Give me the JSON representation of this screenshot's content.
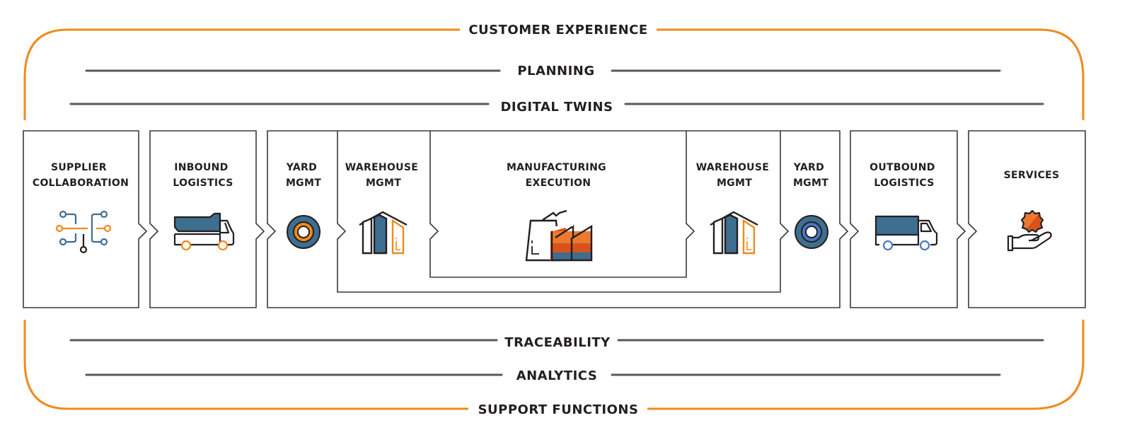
{
  "colors": {
    "orange": "#f08a1c",
    "dark_orange": "#d8531b",
    "blue": "#3e6e90",
    "bright_blue": "#4a76c6",
    "grey": "#58585a",
    "text": "#231f20"
  },
  "bands_top": [
    {
      "id": "customer-experience",
      "label": "CUSTOMER EXPERIENCE",
      "style": "orange"
    },
    {
      "id": "planning",
      "label": "PLANNING",
      "style": "grey"
    },
    {
      "id": "digital-twins",
      "label": "DIGITAL TWINS",
      "style": "grey"
    }
  ],
  "bands_bottom": [
    {
      "id": "traceability",
      "label": "TRACEABILITY",
      "style": "grey"
    },
    {
      "id": "analytics",
      "label": "ANALYTICS",
      "style": "grey"
    },
    {
      "id": "support-functions",
      "label": "SUPPORT FUNCTIONS",
      "style": "orange"
    }
  ],
  "stages": [
    {
      "id": "supplier-collaboration",
      "lines": [
        "SUPPLIER",
        "COLLABORATION"
      ],
      "icon": "network-nodes-icon"
    },
    {
      "id": "inbound-logistics",
      "lines": [
        "INBOUND",
        "LOGISTICS"
      ],
      "icon": "dump-truck-icon"
    },
    {
      "id": "yard-mgmt-inbound",
      "lines": [
        "YARD",
        "MGMT"
      ],
      "icon": "ring-icon"
    },
    {
      "id": "warehouse-mgmt-inbound",
      "lines": [
        "WAREHOUSE",
        "MGMT"
      ],
      "icon": "warehouse-icon"
    },
    {
      "id": "manufacturing-execution",
      "lines": [
        "MANUFACTURING",
        "EXECUTION"
      ],
      "icon": "factory-icon"
    },
    {
      "id": "warehouse-mgmt-outbound",
      "lines": [
        "WAREHOUSE",
        "MGMT"
      ],
      "icon": "warehouse-icon"
    },
    {
      "id": "yard-mgmt-outbound",
      "lines": [
        "YARD",
        "MGMT"
      ],
      "icon": "ring-icon"
    },
    {
      "id": "outbound-logistics",
      "lines": [
        "OUTBOUND",
        "LOGISTICS"
      ],
      "icon": "box-truck-icon"
    },
    {
      "id": "services",
      "lines": [
        "SERVICES"
      ],
      "icon": "hand-gear-icon"
    }
  ]
}
